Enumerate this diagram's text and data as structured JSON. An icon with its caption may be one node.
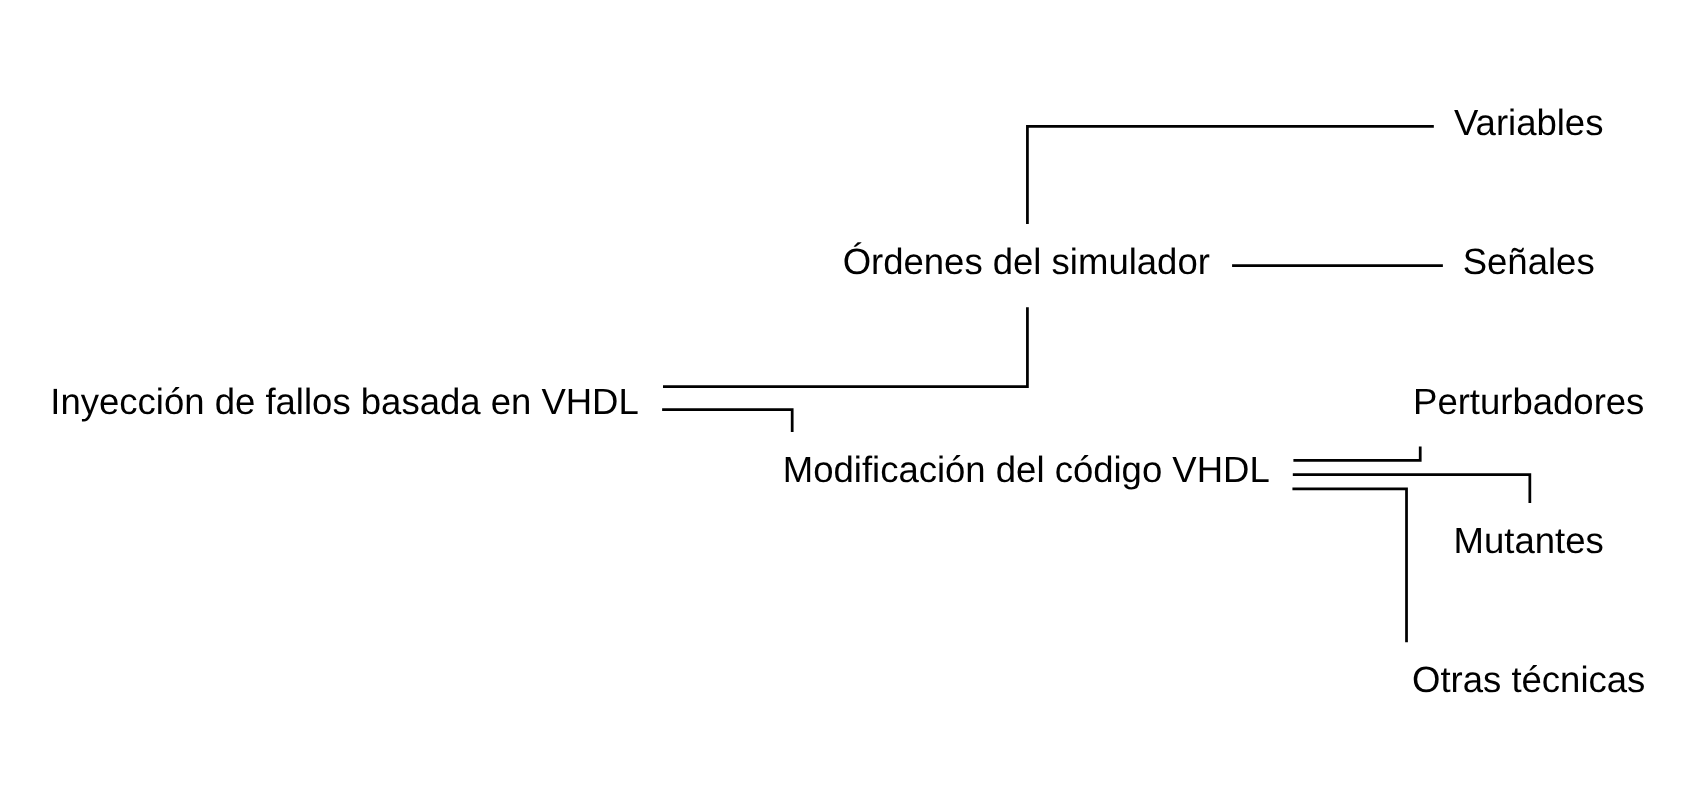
{
  "diagram": {
    "nodes": [
      {
        "text": [
          "Inyección de fallos basada en VHDL"
        ]
      },
      {
        "text": [
          "Órdenes del simulador"
        ]
      },
      {
        "text": [
          "Variables"
        ]
      },
      {
        "text": [
          "Señales"
        ]
      },
      {
        "text": [
          "Modificación del código VHDL"
        ]
      },
      {
        "text": [
          "Perturbadores"
        ]
      },
      {
        "text": [
          "Mutantes"
        ]
      },
      {
        "text": [
          "Otras técnicas"
        ]
      }
    ],
    "edges": [
      {
        "from": 0,
        "to": 1,
        "arrow": "none"
      },
      {
        "from": 0,
        "to": 4,
        "arrow": "none"
      },
      {
        "from": 1,
        "to": 2,
        "arrow": "none"
      },
      {
        "from": 1,
        "to": 3,
        "arrow": "none"
      },
      {
        "from": 4,
        "to": 5,
        "arrow": "none"
      },
      {
        "from": 4,
        "to": 6,
        "arrow": "none"
      },
      {
        "from": 4,
        "to": 7,
        "arrow": "none"
      }
    ]
  }
}
